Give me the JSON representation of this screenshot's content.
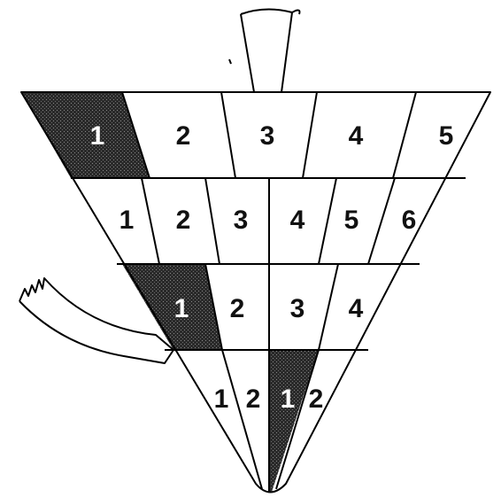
{
  "diagram": {
    "rows": [
      {
        "cells": [
          {
            "label": "1",
            "shaded": true
          },
          {
            "label": "2",
            "shaded": false
          },
          {
            "label": "3",
            "shaded": false
          },
          {
            "label": "4",
            "shaded": false
          },
          {
            "label": "5",
            "shaded": false
          }
        ]
      },
      {
        "cells": [
          {
            "label": "1",
            "shaded": false
          },
          {
            "label": "2",
            "shaded": false
          },
          {
            "label": "3",
            "shaded": false
          },
          {
            "label": "4",
            "shaded": false
          },
          {
            "label": "5",
            "shaded": false
          },
          {
            "label": "6",
            "shaded": false
          }
        ]
      },
      {
        "cells": [
          {
            "label": "1",
            "shaded": true
          },
          {
            "label": "2",
            "shaded": false
          },
          {
            "label": "3",
            "shaded": false
          },
          {
            "label": "4",
            "shaded": false
          }
        ]
      },
      {
        "cells": [
          {
            "label": "1",
            "shaded": false
          },
          {
            "label": "2",
            "shaded": false
          },
          {
            "label": "1",
            "shaded": true
          },
          {
            "label": "2",
            "shaded": false
          }
        ]
      }
    ],
    "colors": {
      "line": "#000000",
      "shade_dark": "#1a1a1a",
      "background": "#ffffff"
    }
  }
}
